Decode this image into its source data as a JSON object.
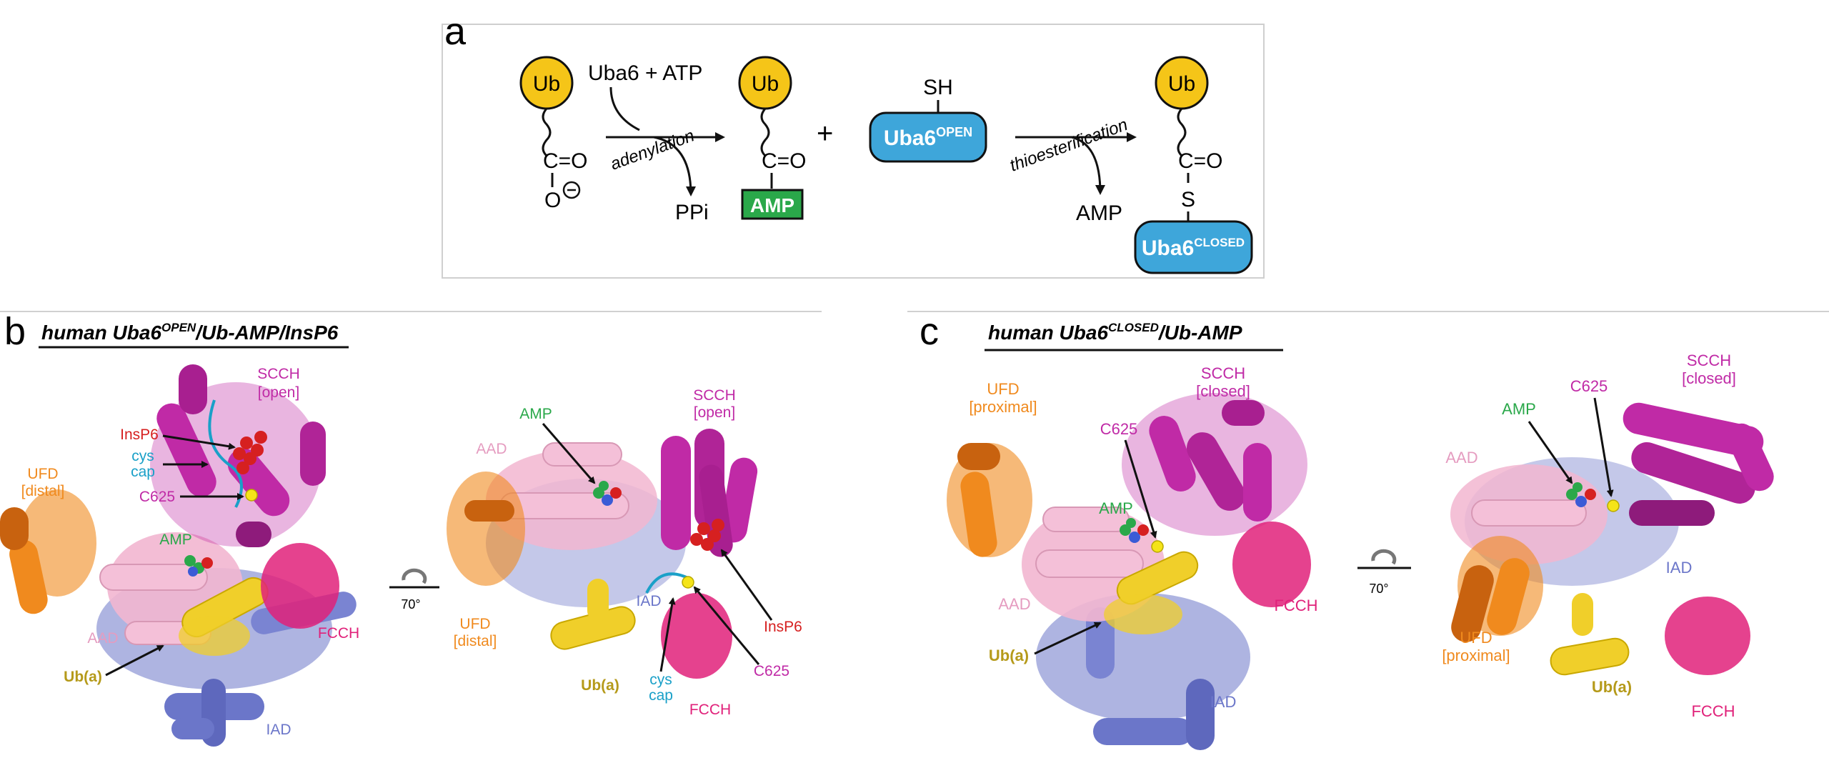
{
  "panel_a": {
    "letter": "a",
    "ub": "Ub",
    "reagent": "Uba6 + ATP",
    "step1": "adenylation",
    "co": "C=O",
    "o_minus": "O",
    "ppi": "PPi",
    "amp_box": "AMP",
    "plus": "+",
    "sh": "SH",
    "uba6_open_main": "Uba6",
    "uba6_open_sup": "OPEN",
    "step2": "thioesterification",
    "amp_leaving": "AMP",
    "s": "S",
    "uba6_closed_main": "Uba6",
    "uba6_closed_sup": "CLOSED"
  },
  "panel_b": {
    "letter": "b",
    "title_pre": "human Uba6",
    "title_sup": "OPEN",
    "title_post": "/Ub-AMP/InsP6",
    "left": {
      "scch": "SCCH",
      "scch_state": "[open]",
      "insp6": "InsP6",
      "cys": "cys",
      "cap": "cap",
      "c625": "C625",
      "ufd": "UFD",
      "ufd_state": "[distal]",
      "amp": "AMP",
      "fcch": "FCCH",
      "aad": "AAD",
      "uba": "Ub(a)",
      "iad": "IAD"
    },
    "rotation": "70°",
    "right": {
      "amp": "AMP",
      "scch": "SCCH",
      "scch_state": "[open]",
      "aad": "AAD",
      "ufd": "UFD",
      "ufd_state": "[distal]",
      "iad": "IAD",
      "insp6": "InsP6",
      "c625": "C625",
      "cys": "cys",
      "cap": "cap",
      "uba": "Ub(a)",
      "fcch": "FCCH"
    }
  },
  "panel_c": {
    "letter": "c",
    "title_pre": "human Uba6",
    "title_sup": "CLOSED",
    "title_post": "/Ub-AMP",
    "left": {
      "ufd": "UFD",
      "ufd_state": "[proximal]",
      "scch": "SCCH",
      "scch_state": "[closed]",
      "c625": "C625",
      "amp": "AMP",
      "fcch": "FCCH",
      "aad": "AAD",
      "uba": "Ub(a)",
      "iad": "IAD"
    },
    "rotation": "70°",
    "right": {
      "scch": "SCCH",
      "scch_state": "[closed]",
      "c625": "C625",
      "amp": "AMP",
      "aad": "AAD",
      "iad": "IAD",
      "ufd": "UFD",
      "ufd_state": "[proximal]",
      "uba": "Ub(a)",
      "fcch": "FCCH"
    }
  },
  "colors": {
    "ub_yellow": "#f5c518",
    "uba6_blue": "#3ea6da",
    "amp_green": "#2aa84a",
    "scch_magenta": "#c02aa6",
    "fcch_pink": "#e0217a",
    "ufd_orange": "#f08a1e",
    "aad_pink": "#f2b6d0",
    "iad_blue": "#6b76c9",
    "uba_yellow": "#f0cf2a",
    "cys_cap_cyan": "#1aa0c8",
    "insp6_red": "#d62020"
  }
}
